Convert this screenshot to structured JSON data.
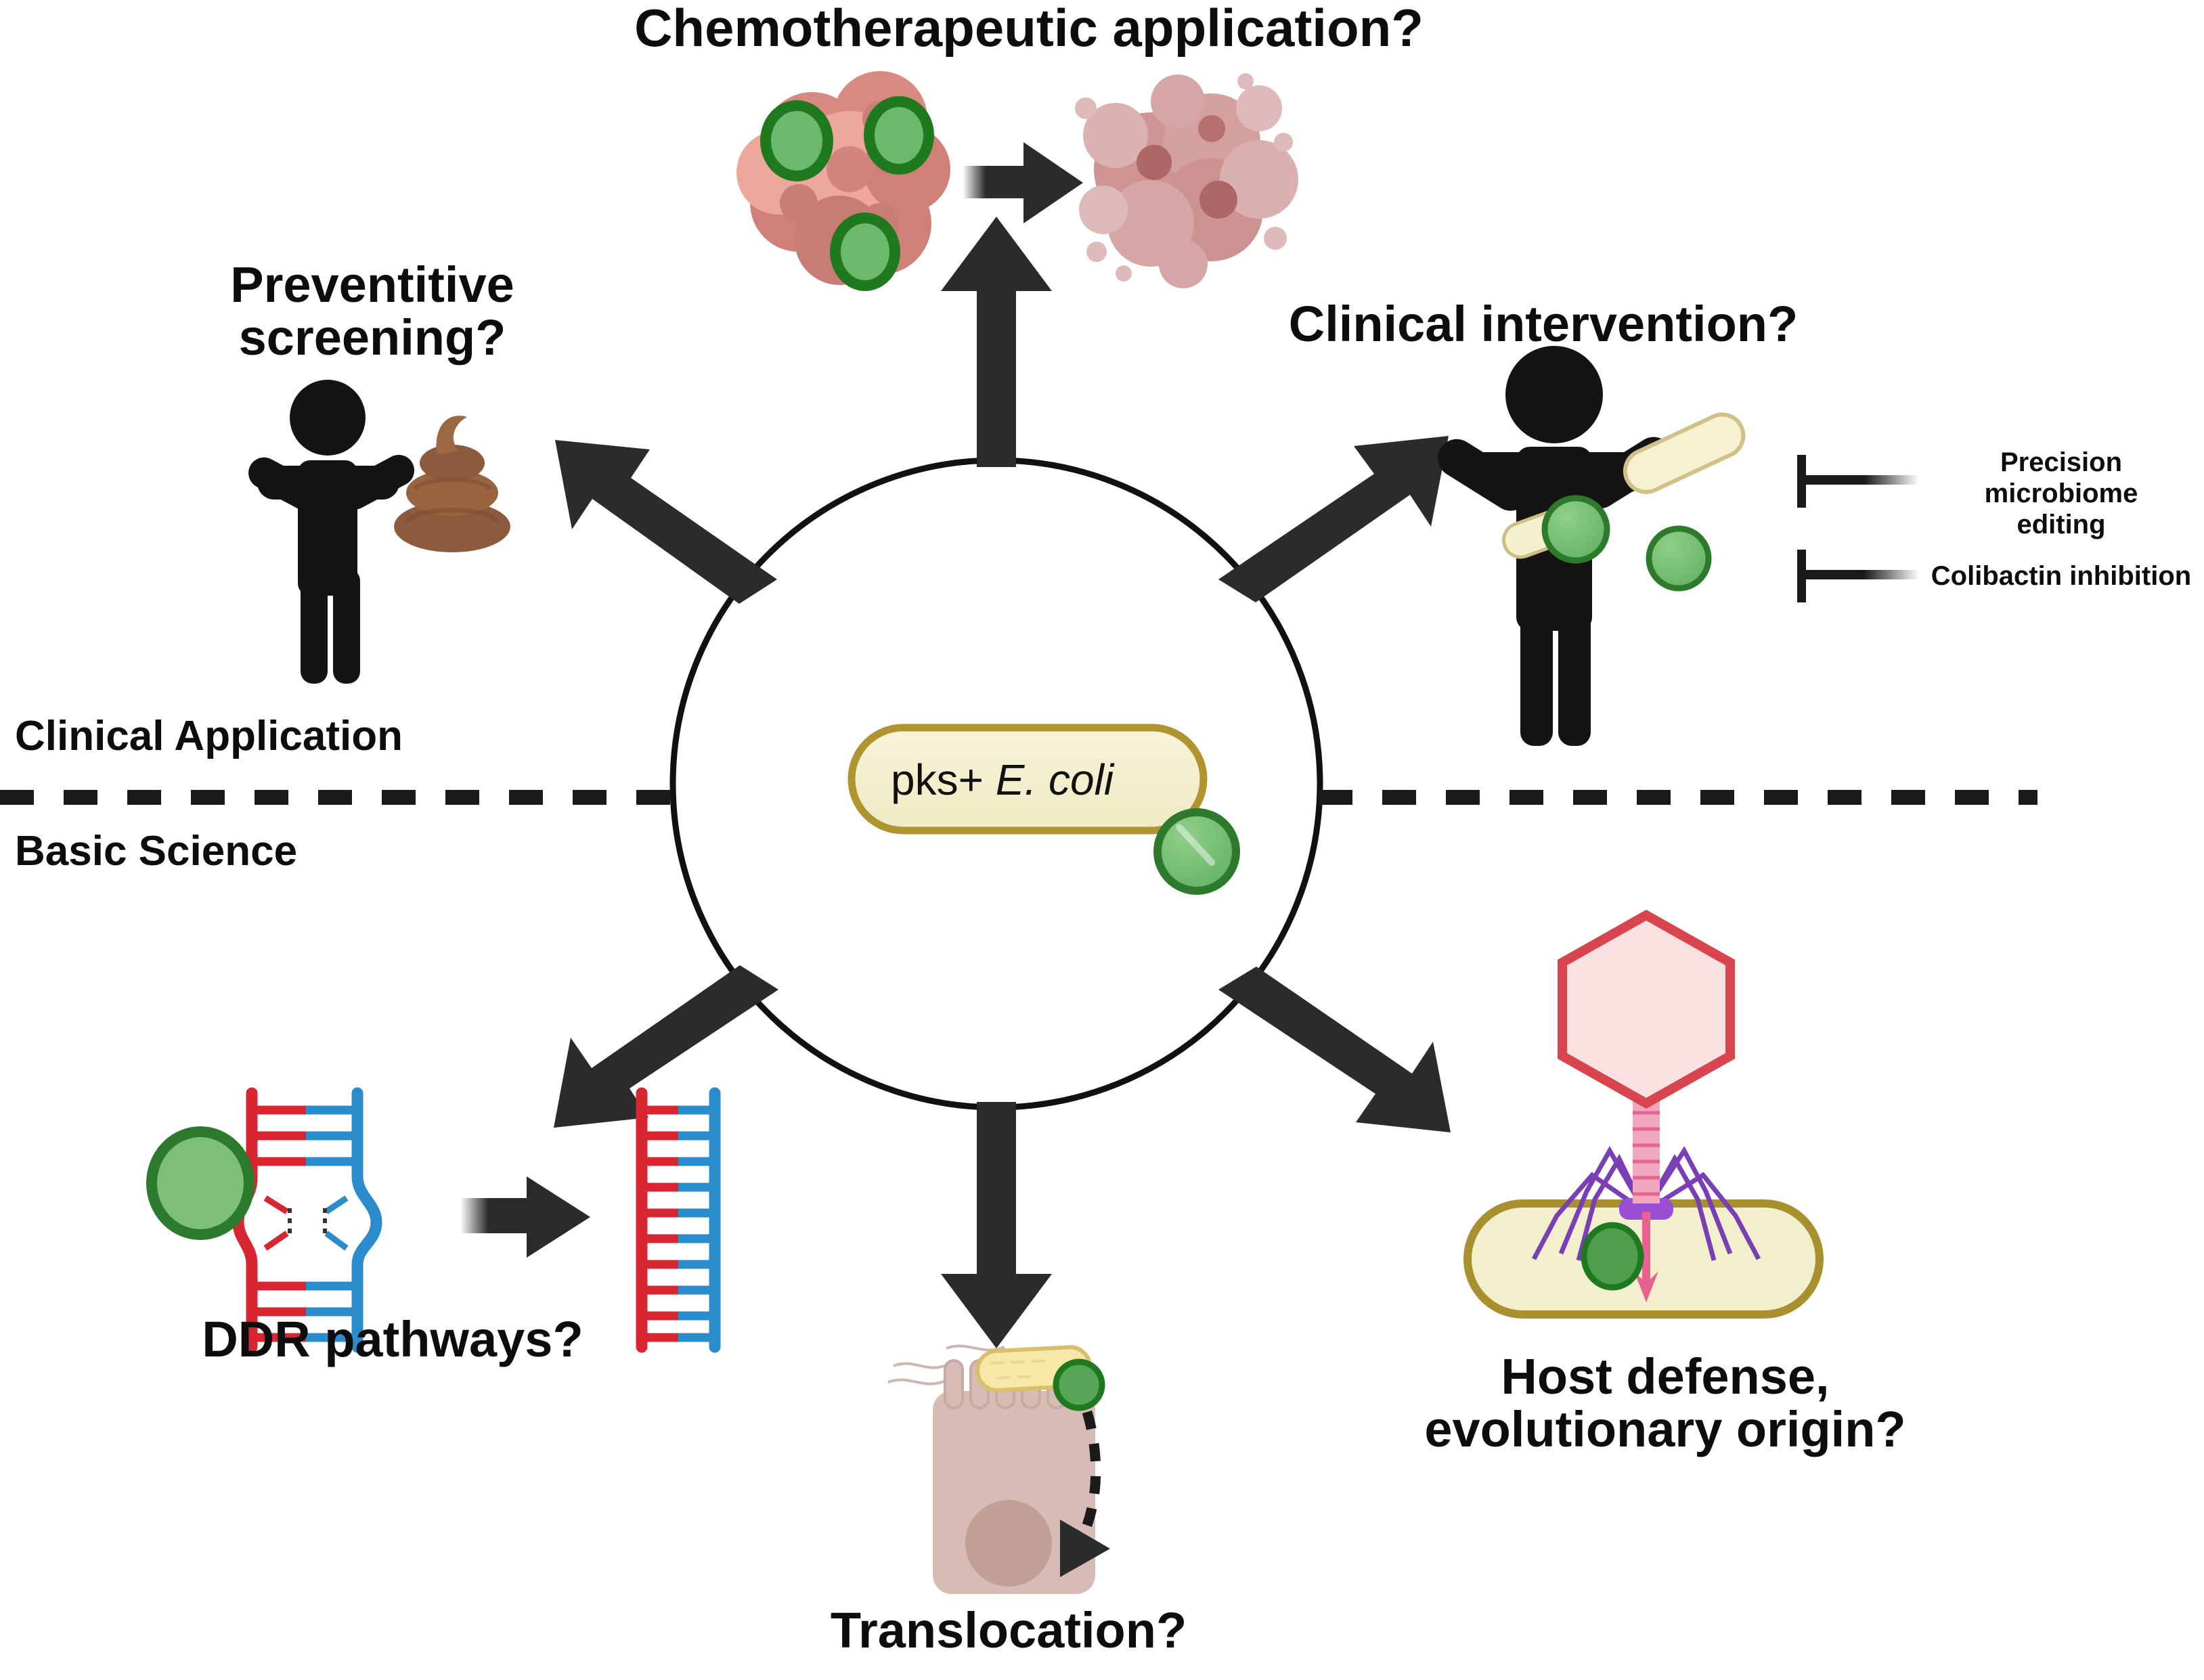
{
  "diagram": {
    "title_top": "Chemotherapeutic application?",
    "center": {
      "bacterium_label_plain": "pks+ ",
      "bacterium_label_italic": "E. coli",
      "bacterium_fill": "#f5f2d0",
      "bacterium_stroke": "#b09430",
      "colibactin_fill": "#6cb86c",
      "colibactin_stroke": "#2d7a2d",
      "circle_stroke": "#111111"
    },
    "divider": {
      "above_label": "Clinical Application",
      "below_label": "Basic Science",
      "style": "dashed"
    },
    "branches": [
      {
        "id": "chemotherapeutic",
        "label": "Chemotherapeutic application?",
        "direction": "up",
        "position": "top-center"
      },
      {
        "id": "preventitive-screening",
        "label": "Preventitive\nscreening?",
        "direction": "up-left",
        "position": "top-left"
      },
      {
        "id": "clinical-intervention",
        "label": "Clinical intervention?",
        "direction": "up-right",
        "position": "top-right"
      },
      {
        "id": "ddr-pathways",
        "label": "DDR pathways?",
        "direction": "down-left",
        "position": "bottom-left"
      },
      {
        "id": "translocation",
        "label": "Translocation?",
        "direction": "down",
        "position": "bottom-center"
      },
      {
        "id": "host-defense",
        "label": "Host defense,\nevolutionary origin?",
        "direction": "down-right",
        "position": "bottom-right"
      }
    ],
    "intervention_legend": [
      {
        "id": "precision-microbiome-editing",
        "label": "Precision microbiome\nediting",
        "marker": "bacterium"
      },
      {
        "id": "colibactin-inhibition",
        "label": "Colibactin inhibition",
        "marker": "colibactin-circle"
      }
    ],
    "colors": {
      "tumor_cell": "#eda79c",
      "tumor_cell_dark": "#cf8079",
      "tumor_nucleus": "#d98a80",
      "lysed_cell": "#cb8b8b",
      "stool_brown": "#8c5a3c",
      "dna_red": "#d72631",
      "dna_blue": "#2b8ccc",
      "phage_head": "#fbe0e2",
      "phage_head_stroke": "#d9454f",
      "phage_tail": "#e8618f",
      "phage_legs": "#7b3fb5",
      "epithelial_cell": "#d6bcb4",
      "epithelial_nucleus": "#c2a096",
      "arrow_black": "#2b2b2b",
      "figure_black": "#141414"
    }
  }
}
